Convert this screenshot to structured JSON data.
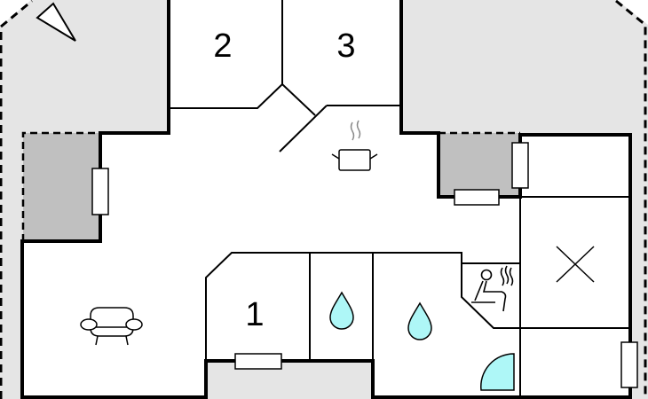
{
  "rooms": [
    {
      "id": "bedroom-1",
      "label": "1"
    },
    {
      "id": "bedroom-2",
      "label": "2"
    },
    {
      "id": "bedroom-3",
      "label": "3"
    }
  ],
  "icons": [
    "compass-north-icon",
    "kitchen-pot-icon",
    "sofa-icon",
    "shower-drop-icon",
    "sauna-icon",
    "shower-door-icon",
    "cross-icon",
    "window-icon"
  ],
  "colors": {
    "outdoor": "#e5e5e5",
    "terrace": "#c0c0c0",
    "water": "#aef7f7",
    "wall": "#000000"
  }
}
